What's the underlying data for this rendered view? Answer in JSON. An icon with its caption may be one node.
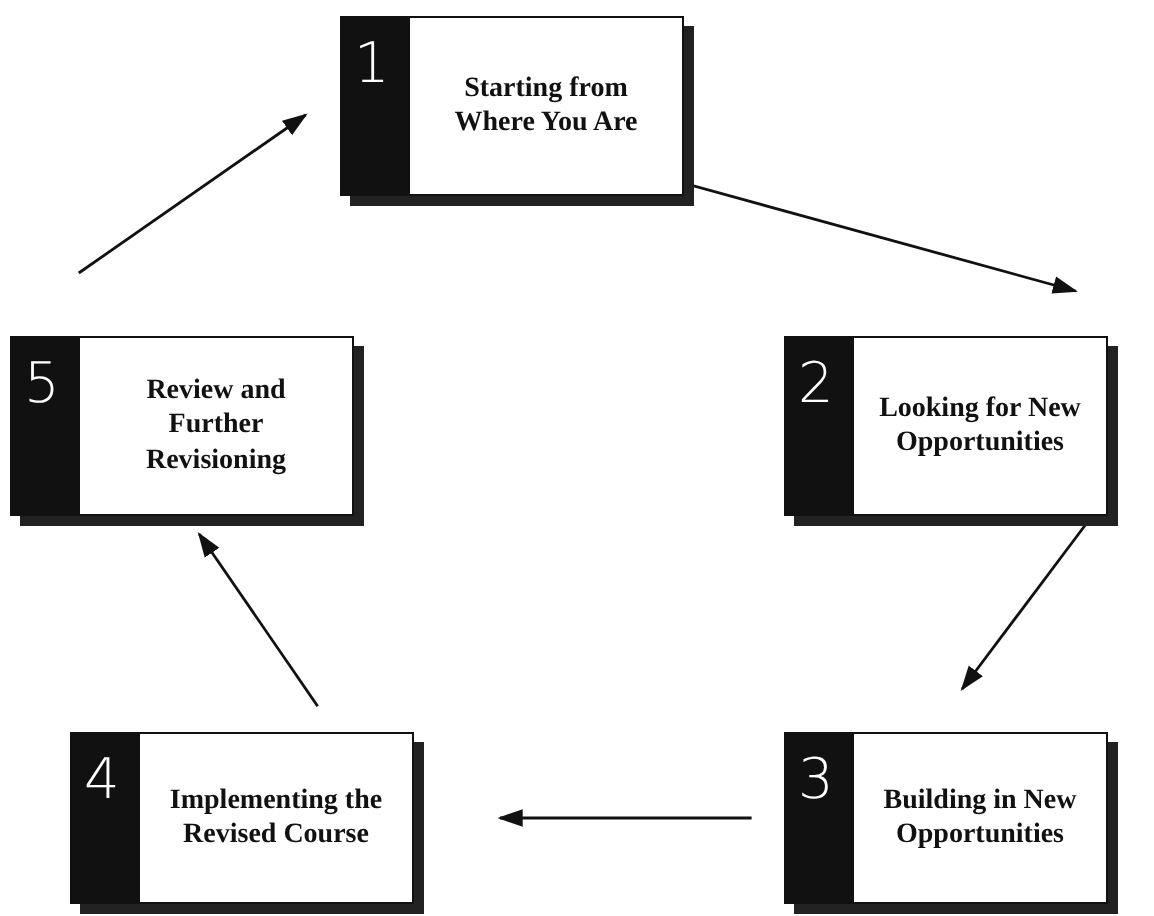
{
  "diagram": {
    "nodes": [
      {
        "text": [
          "1",
          "Starting from Where You Are"
        ]
      },
      {
        "text": [
          "2",
          "Looking for New Opportunities"
        ]
      },
      {
        "text": [
          "3",
          "Building in New Opportunities"
        ]
      },
      {
        "text": [
          "4",
          "Implementing the Revised Course"
        ]
      },
      {
        "text": [
          "5",
          "Review and Further Revisioning"
        ]
      }
    ],
    "edges": [
      {
        "from": 0,
        "to": 1,
        "arrow": "to"
      },
      {
        "from": 1,
        "to": 2,
        "arrow": "to"
      },
      {
        "from": 2,
        "to": 3,
        "arrow": "to"
      },
      {
        "from": 3,
        "to": 4,
        "arrow": "to"
      },
      {
        "from": 4,
        "to": 0,
        "arrow": "to"
      }
    ]
  }
}
